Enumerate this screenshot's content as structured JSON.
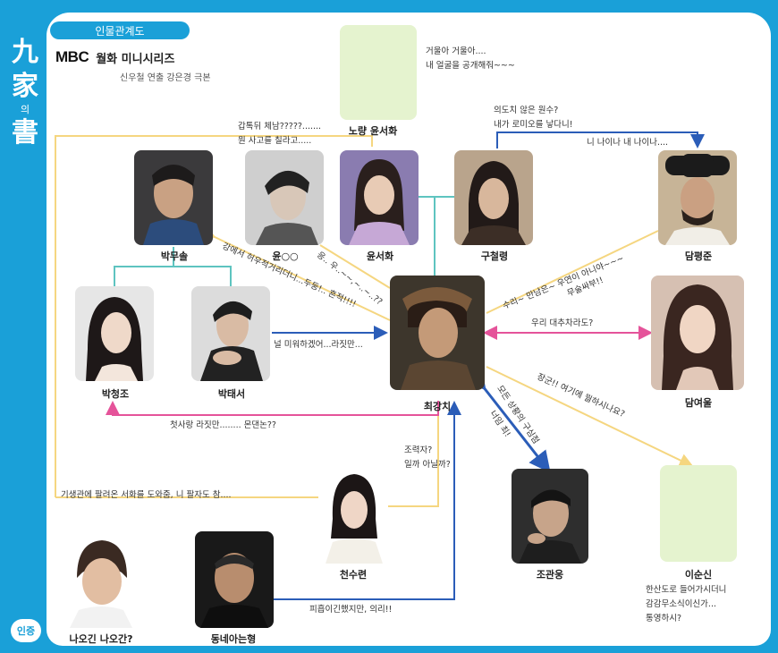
{
  "header": {
    "tab_label": "인물관계도",
    "brand": "MBC",
    "series": "월화 미니시리즈",
    "credits": "신우철 연출  강은경 극본"
  },
  "side_title": {
    "c1": "九",
    "c2": "家",
    "c3": "의",
    "c4": "書"
  },
  "bottom_logo": "인증",
  "characters": {
    "nogan_yoonseohwa": "노량 윤서화",
    "park_musol": "박무솔",
    "yoon_oo": "윤○○",
    "yoon_seohwa": "윤서화",
    "gu_cheolryeong": "구철령",
    "dam_pyeongjun": "담평준",
    "park_cheongjo": "박청조",
    "park_taeseo": "박태서",
    "choi_gangchi": "최강치",
    "dam_yeowool": "담여울",
    "cheon_suryeon": "천수련",
    "jo_gwanung": "조관웅",
    "lee_sunsin": "이순신",
    "naogan": "나오긴 나오간?",
    "dongnae": "동네아는형"
  },
  "notes": {
    "n1": "거울아 거울아....",
    "n2": "내 얼굴을 공개해줘~~~",
    "n3": "갑톡뒤 체남?????.......",
    "n4": "뭔 사고를 칠라고.....",
    "n5": "의도치 않은 원수?",
    "n6": "내가 로미오를 낳다니!",
    "n7": "니 나이나 내 나이나....",
    "n8": "강에서 허우적거리더니...두둥!.. 흔적!!!!",
    "n9": "응.. 우..~~,~..~..??",
    "n10": "수리~ 만남은~ 우연이 아니야~~~",
    "n11": "무술싸부!!",
    "n12": "우리 대추차라도?",
    "n13": "널 미워하겠어...라짓만...",
    "n14": "장군!! 여기에 뭘하시나요?",
    "n15": "모든 상황의 구심점",
    "n16": "너임 최!",
    "n17": "첫사랑 라짓만........ 몬댄논??",
    "n18": "조력자?",
    "n19": "일까 아닐까?",
    "n20": "기생관에 팔려온 서화를 도와줌, 니 팔자도 참....",
    "n21": "한산도로 들어가시더니",
    "n22": "감감무소식이신가...",
    "n23": "통영하시?",
    "n24": "피흡이긴했지만, 의리!!"
  },
  "colors": {
    "frame_blue": "#1aa0d8",
    "line_teal": "#5ec4c0",
    "line_yellow": "#f5d680",
    "line_blue": "#2b5db8",
    "line_pink": "#e5539a",
    "placeholder": "#e5f3cf"
  }
}
